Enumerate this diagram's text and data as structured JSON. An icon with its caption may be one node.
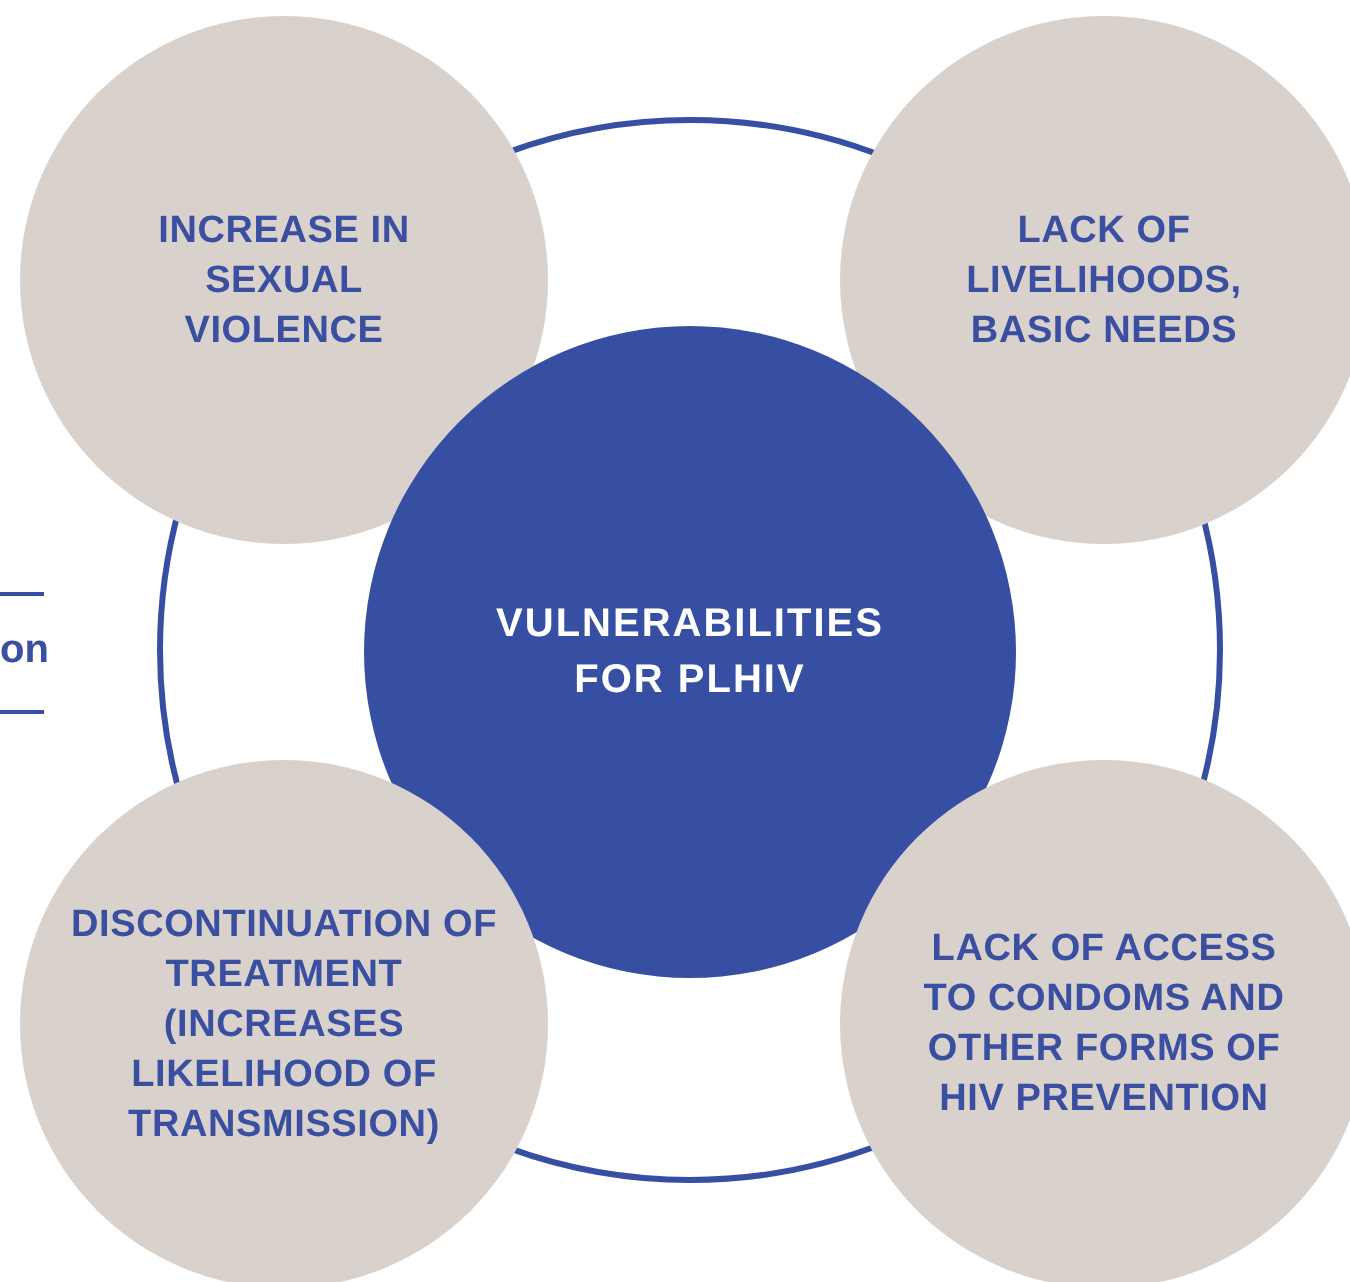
{
  "diagram": {
    "nodes": [
      {
        "text": [
          "INCREASE IN SEXUAL VIOLENCE"
        ]
      },
      {
        "text": [
          "LACK OF LIVELIHOODS, BASIC NEEDS"
        ]
      },
      {
        "text": [
          "VULNERABILITIES FOR PLHIV"
        ]
      },
      {
        "text": [
          "DISCONTINUATION OF TREATMENT (INCREASES LIKELIHOOD OF TRANSMISSION)"
        ]
      },
      {
        "text": [
          "LACK OF ACCESS TO CONDOMS AND OTHER FORMS OF HIV PREVENTION"
        ]
      }
    ],
    "labels": [
      "on"
    ]
  }
}
